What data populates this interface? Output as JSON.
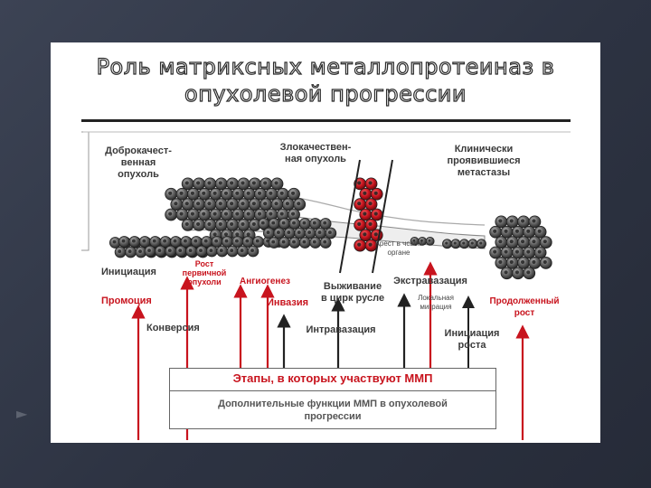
{
  "slide": {
    "title": "Роль матриксных металлопротеиназ в\nопухолевой прогрессии"
  },
  "diagram": {
    "labels": {
      "benign": "Доброкачест-\nвенная\nопухоль",
      "malignant": "Злокачествен-\nная опухоль",
      "clinical_metastases": "Клинически\nпроявившиеся\nметастазы",
      "arrest": "Арест в чсвом\nоргане",
      "initiation": "Инициация",
      "primary_growth": "Рост\nпервичной\nопухоли",
      "angiogenesis": "Ангиогенез",
      "survival": "Выживание\nв цирк русле",
      "extravasation": "Экстравазация",
      "local_migration": "Локальная\nмиграция",
      "prolonged_growth": "Продолженный\nрост",
      "promotion": "Промоция",
      "invasion": "Инвазия",
      "conversion": "Конверсия",
      "intravasation": "Интравазация",
      "growth_initiation": "Инициация\nроста"
    },
    "box": {
      "title": "Этапы, в которых участвуют ММП",
      "subtitle": "Дополнительные функции ММП в опухолевой\nпрогрессии"
    },
    "colors": {
      "red": "#c8141e",
      "dark": "#222222",
      "cell": "#5a5a5a"
    }
  }
}
